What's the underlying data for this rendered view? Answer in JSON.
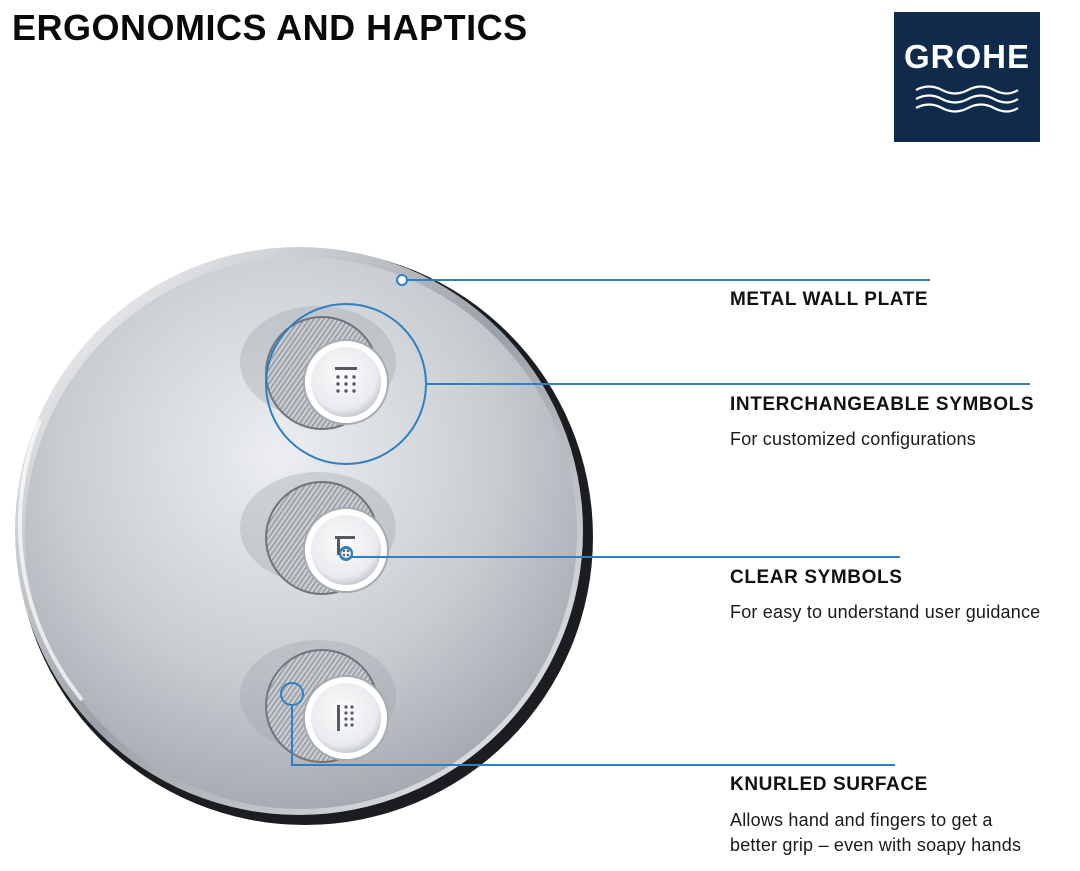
{
  "header": {
    "title": "ERGONOMICS AND HAPTICS"
  },
  "logo": {
    "text": "GROHE",
    "background": "#0f2a4a"
  },
  "accent_color": "#2f7fc1",
  "callouts": [
    {
      "heading": "METAL WALL PLATE"
    },
    {
      "heading": "INTERCHANGEABLE SYMBOLS",
      "description": "For customized configurations"
    },
    {
      "heading": "CLEAR SYMBOLS",
      "description": "For easy to understand user guidance"
    },
    {
      "heading": "KNURLED SURFACE",
      "description_lines": [
        "Allows hand and fingers to get a",
        "better grip – even with soapy hands"
      ]
    }
  ],
  "buttons": [
    {
      "symbol": "overhead-shower-icon"
    },
    {
      "symbol": "hand-shower-icon"
    },
    {
      "symbol": "body-spray-icon"
    }
  ]
}
